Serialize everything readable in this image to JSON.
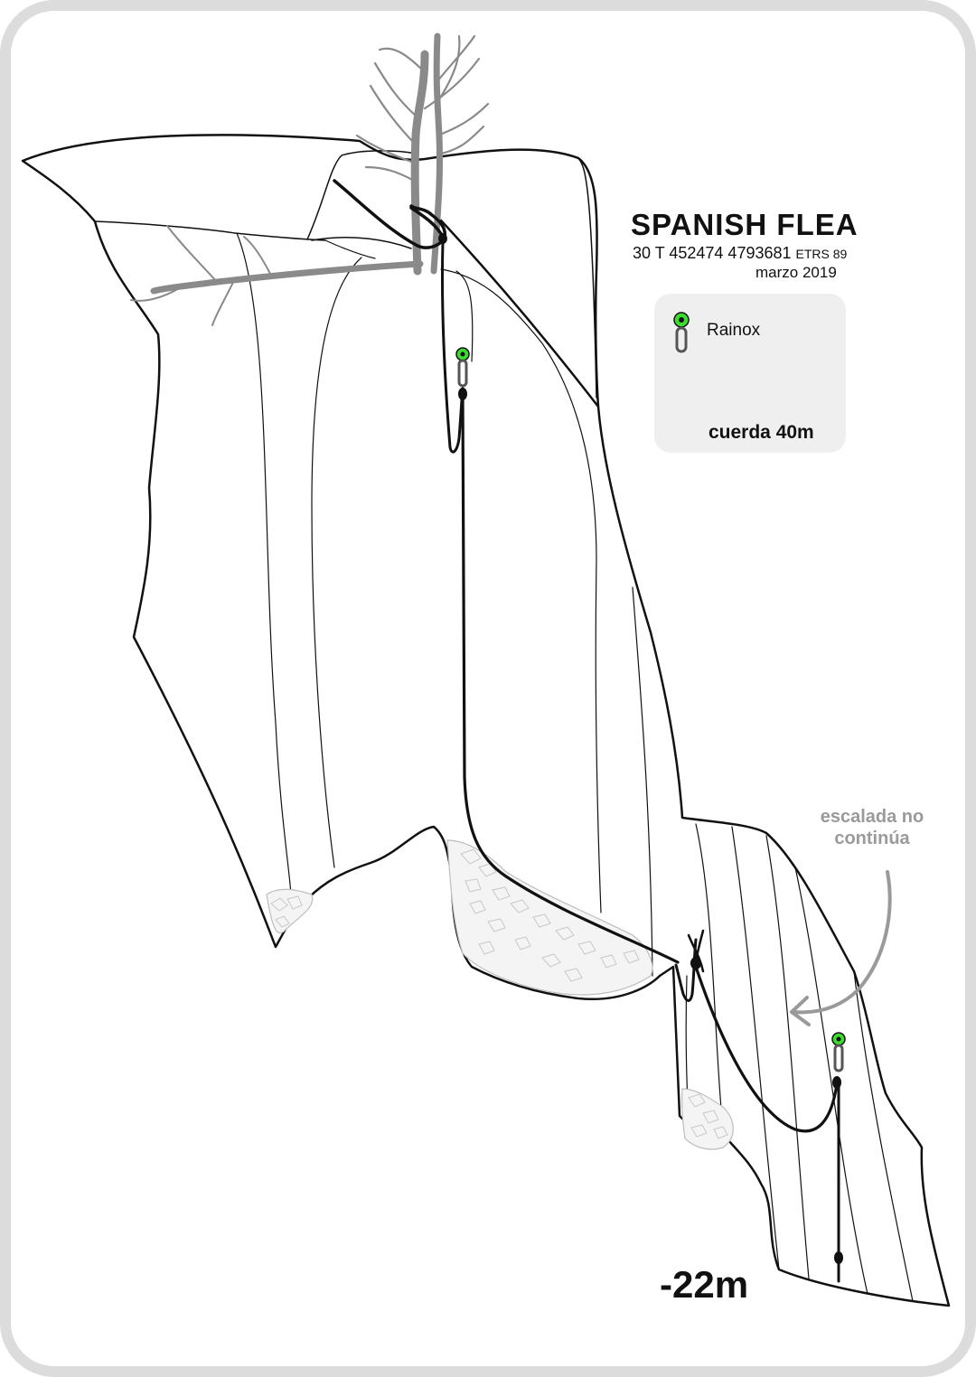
{
  "route": {
    "name": "SPANISH FLEA",
    "coordinates": "30 T 452474 4793681",
    "datum": "ETRS 89",
    "date": "marzo 2019"
  },
  "legend": {
    "anchor_label": "Rainox",
    "rope_label": "cuerda 40m",
    "anchor_icon": "rainox-anchor-icon",
    "anchor_color": "#3ddc2f"
  },
  "annotation": {
    "text": "escalada no continúa",
    "color": "#9a9a9a"
  },
  "depth_label": "-22m",
  "colors": {
    "outline": "#111111",
    "tree": "#8a8a8a",
    "rubble": "#bdbdbd",
    "frame": "#dcdcdc"
  }
}
